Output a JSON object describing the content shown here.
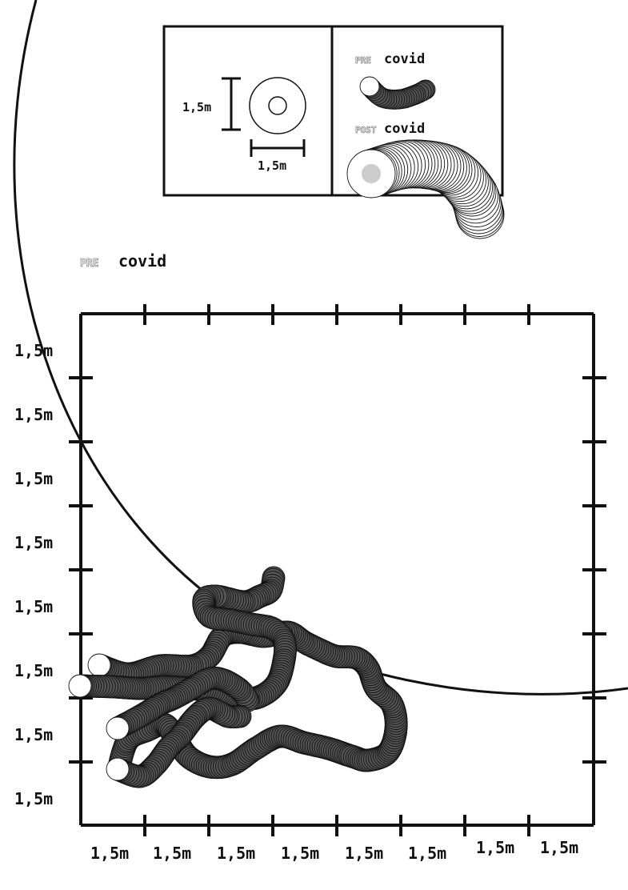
{
  "legend": {
    "distance_label": "1,5m",
    "pre_prefix": "PRE",
    "post_prefix": "POST",
    "covid": "covid"
  },
  "heading": {
    "pre_prefix": "PRE",
    "covid": "covid"
  },
  "grid": {
    "tick_label": "1,5m",
    "left_labels": [
      "1,5m",
      "1,5m",
      "1,5m",
      "1,5m",
      "1,5m",
      "1,5m",
      "1,5m",
      "1,5m"
    ],
    "bottom_labels": [
      "1,5m",
      "1,5m",
      "1,5m",
      "1,5m",
      "1,5m",
      "1,5m",
      "1,5m",
      "1,5m"
    ]
  },
  "colors": {
    "ink": "#111111",
    "trail_fill": "#555555",
    "head_fill": "#ffffff",
    "post_center": "#cccccc",
    "outline_text": "#aaaaaa"
  }
}
